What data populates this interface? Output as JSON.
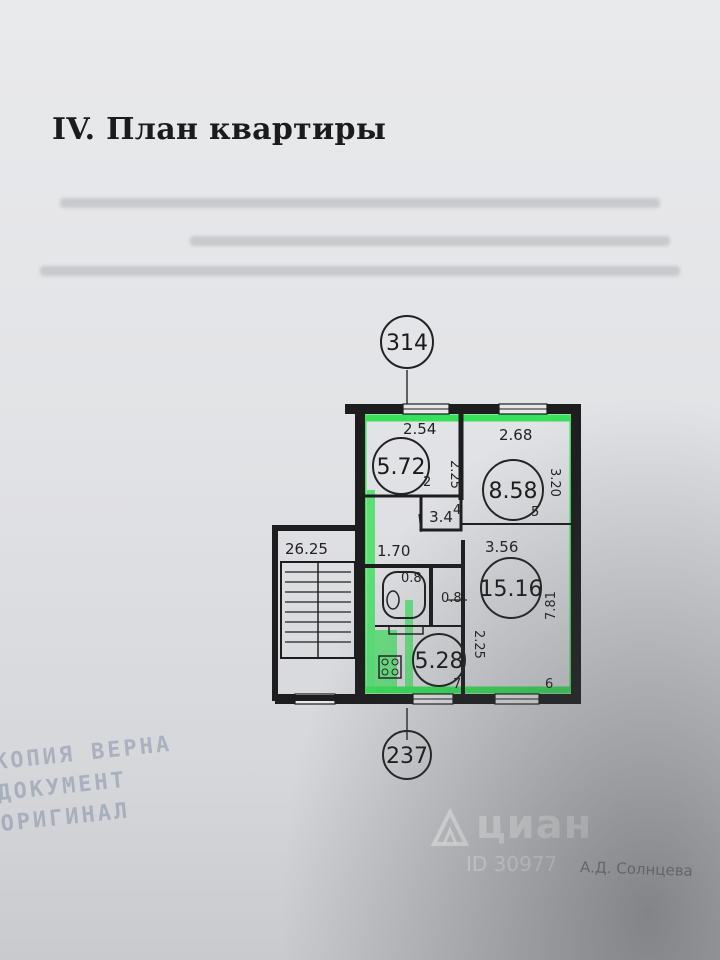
{
  "heading": "IV. План квартиры",
  "plan": {
    "axis_top": "314",
    "axis_bottom": "237",
    "dims": {
      "top_left_width": "2.54",
      "top_right_width": "2.68",
      "room_a_depth": "2.25",
      "room_b_depth": "3.20",
      "stair_width": "26.25",
      "hall_width": "1.70",
      "room_c_width": "3.56",
      "room_c_depth": "7.81",
      "bath_width": "0.8",
      "kitchen_depth": "2.25",
      "hall_small": "0.8"
    },
    "areas": {
      "room_a": "5.72",
      "room_b": "8.58",
      "room_c": "15.16",
      "kitchen": "5.28",
      "hall": "3.4"
    },
    "room_numbers": {
      "room_a": "2",
      "room_b": "5",
      "room_c": "6",
      "kitchen": "7",
      "hall": "4"
    }
  },
  "watermark": {
    "brand": "циан",
    "id_text": "ID 30977"
  },
  "signature": "А.Д. Солнцева",
  "stamp_lines": [
    "КОПИЯ ВЕРНА",
    "ДОКУМЕНТ",
    "ОРИГИНАЛ"
  ]
}
